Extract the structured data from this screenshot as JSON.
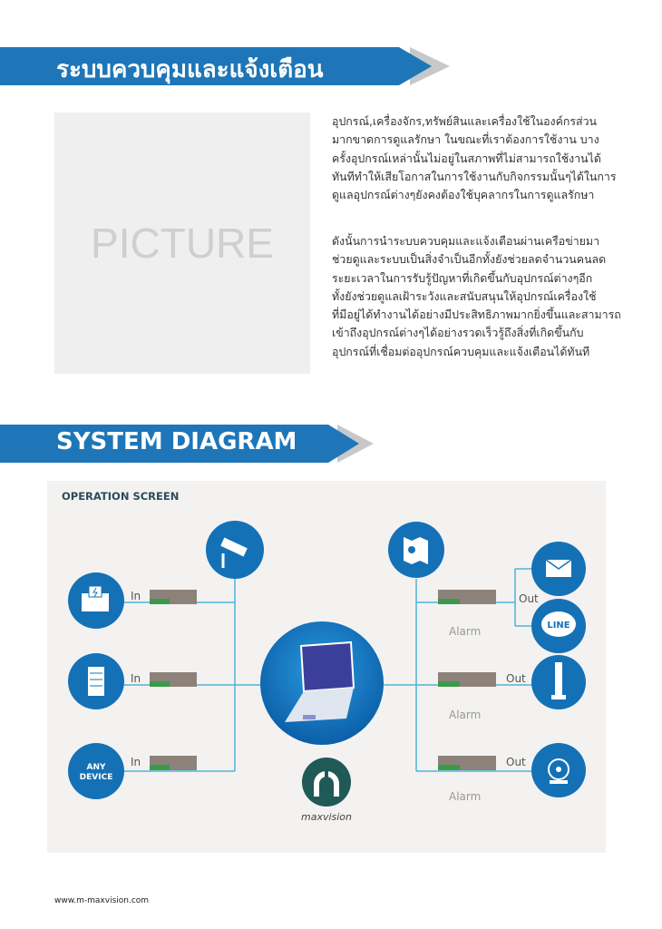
{
  "section1": {
    "title": "ระบบควบคุมและแจ้งเตือน",
    "picture_placeholder": "PICTURE",
    "paragraph1": [
      "อุปกรณ์,เครื่องจักร,ทรัพย์สินและเครื่องใช้ในองค์กรส่วน",
      "มากขาดการดูแลรักษา ในขณะที่เราต้องการใช้งาน บาง",
      "ครั้งอุปกรณ์เหล่านั้นไม่อยู่ในสภาพที่ไม่สามารถใช้งานได้",
      "ทันทีทำให้เสียโอกาสในการใช้งานกับกิจกรรมนั้นๆได้ในการ",
      "ดูแลอุปกรณ์ต่างๆยังคงต้องใช้บุคลากรในการดูแลรักษา"
    ],
    "paragraph2": [
      "ดังนั้นการนำระบบควบคุมและแจ้งเตือนผ่านเครือข่ายมา",
      "ช่วยดูและระบบเป็นสิ่งจำเป็นอีกทั้งยังช่วยลดจำนวนคนลด",
      "ระยะเวลาในการรับรู้ปัญหาที่เกิดขึ้นกับอุปกรณ์ต่างๆอีก",
      "ทั้งยังช่วยดูแลเฝ้าระวังและสนับสนุนให้อุปกรณ์เครื่องใช้",
      "ที่มีอยู่ได้ทำงานได้อย่างมีประสิทธิภาพมากยิ่งขึ้นและสามารถ",
      "เข้าถึงอุปกรณ์ต่างๆได้อย่างรวดเร็วรู้ถึงสิ่งที่เกิดขึ้นกับ",
      "อุปกรณ์ที่เชื่อมต่ออุปกรณ์ควบคุมและแจ้งเตือนได้ทันที"
    ]
  },
  "section2": {
    "title": "SYSTEM DIAGRAM",
    "operation_screen": "OPERATION SCREEN",
    "in_label": "In",
    "out_label": "Out",
    "alarm_label": "Alarm",
    "any_device_line1": "ANY",
    "any_device_line2": "DEVICE",
    "line_badge": "LINE",
    "logo_text": "maxvision"
  },
  "footer": {
    "url": "www.m-maxvision.com"
  },
  "colors": {
    "brand_blue": "#1e76b8",
    "circle_blue": "#1571b6",
    "line_blue": "#4fb3d9",
    "logo_green": "#1f5a57"
  }
}
